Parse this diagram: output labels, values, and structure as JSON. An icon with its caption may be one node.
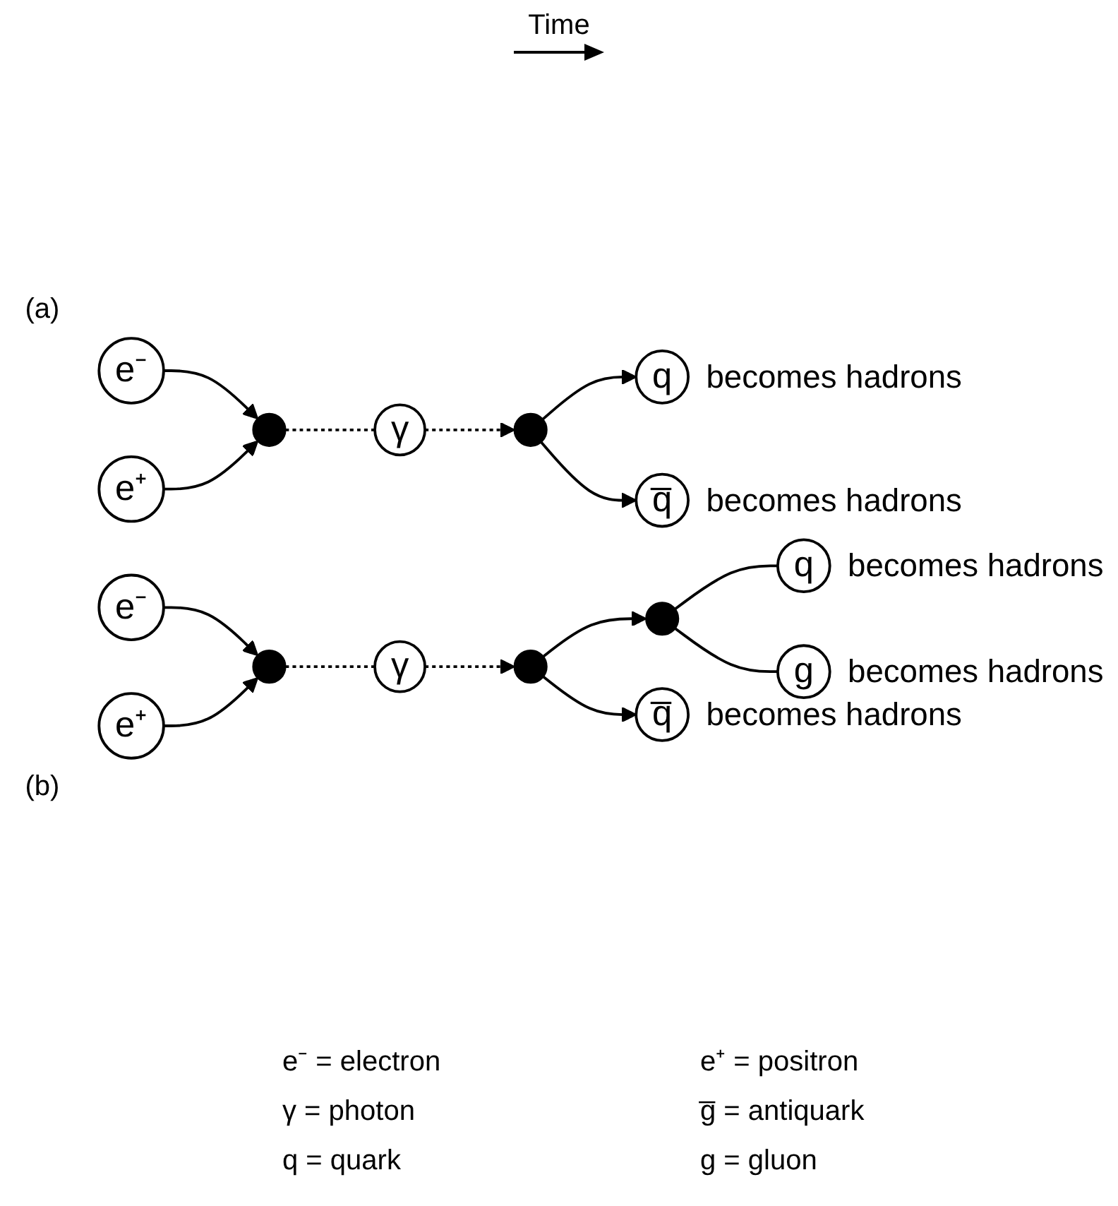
{
  "diagram": {
    "nodes": [
      {
        "text": [
          "e⁻"
        ]
      },
      {
        "text": [
          "e⁺"
        ]
      },
      {
        "text": [],
        "shape": "circle"
      },
      {
        "text": [
          "γ"
        ]
      },
      {
        "text": [],
        "shape": "circle"
      },
      {
        "text": [
          "q"
        ],
        "beside": [
          "becomes hadrons"
        ]
      },
      {
        "text": [
          "q̅"
        ],
        "beside": [
          "becomes hadrons"
        ]
      },
      {
        "text": [
          "e⁻"
        ]
      },
      {
        "text": [
          "e⁺"
        ]
      },
      {
        "text": [],
        "shape": "circle"
      },
      {
        "text": [
          "γ"
        ]
      },
      {
        "text": [],
        "shape": "circle"
      },
      {
        "text": [],
        "shape": "circle"
      },
      {
        "text": [
          "q"
        ],
        "beside": [
          "becomes hadrons"
        ]
      },
      {
        "text": [
          "g"
        ],
        "beside": [
          "becomes hadrons"
        ]
      },
      {
        "text": [
          "q̅"
        ],
        "beside": [
          "becomes hadrons"
        ]
      }
    ],
    "edges": [
      {
        "from": 0,
        "to": 2,
        "arrow": "to"
      },
      {
        "from": 1,
        "to": 2,
        "arrow": "to"
      },
      {
        "from": 2,
        "to": 3,
        "arrow": "none",
        "style": "dashed"
      },
      {
        "from": 3,
        "to": 4,
        "arrow": "to",
        "style": "dashed"
      },
      {
        "from": 4,
        "to": 5,
        "arrow": "to"
      },
      {
        "from": 4,
        "to": 6,
        "arrow": "to"
      },
      {
        "from": 7,
        "to": 9,
        "arrow": "to"
      },
      {
        "from": 8,
        "to": 9,
        "arrow": "to"
      },
      {
        "from": 9,
        "to": 10,
        "arrow": "none",
        "style": "dashed"
      },
      {
        "from": 10,
        "to": 11,
        "arrow": "to",
        "style": "dashed"
      },
      {
        "from": 11,
        "to": 12,
        "arrow": "to"
      },
      {
        "from": 12,
        "to": 13,
        "arrow": "none"
      },
      {
        "from": 12,
        "to": 14,
        "arrow": "none"
      },
      {
        "from": 11,
        "to": 15,
        "arrow": "to"
      }
    ],
    "labels": [
      "Time",
      "(a)",
      "(b)",
      "e⁻ = electron",
      "e⁺ = positron",
      "γ = photon",
      "g̅ = antiquark",
      "q = quark",
      "g = gluon"
    ]
  }
}
